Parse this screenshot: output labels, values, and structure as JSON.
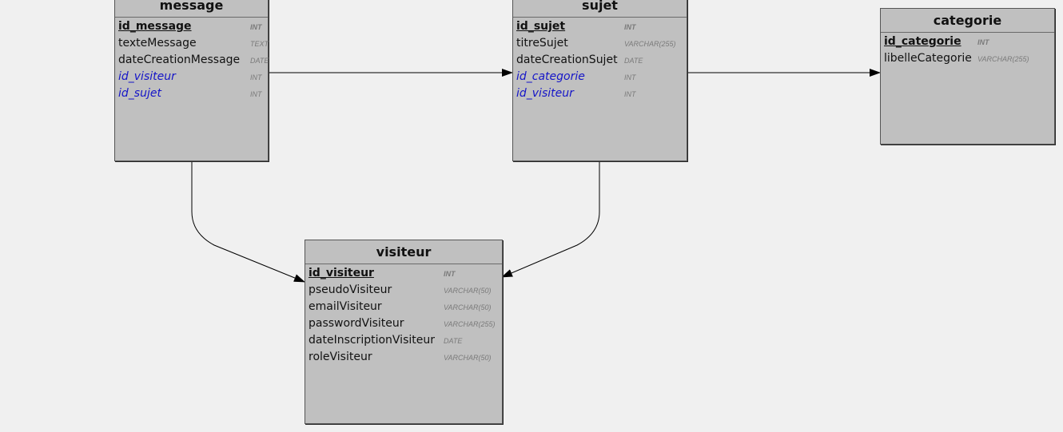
{
  "entities": {
    "message": {
      "name": "message",
      "fields": [
        {
          "name": "id_message",
          "type": "INT",
          "role": "pk"
        },
        {
          "name": "texteMessage",
          "type": "TEXT",
          "role": "normal"
        },
        {
          "name": "dateCreationMessage",
          "type": "DATE",
          "role": "normal"
        },
        {
          "name": "id_visiteur",
          "type": "INT",
          "role": "fk"
        },
        {
          "name": "id_sujet",
          "type": "INT",
          "role": "fk"
        }
      ]
    },
    "sujet": {
      "name": "sujet",
      "fields": [
        {
          "name": "id_sujet",
          "type": "INT",
          "role": "pk"
        },
        {
          "name": "titreSujet",
          "type": "VARCHAR(255)",
          "role": "normal"
        },
        {
          "name": "dateCreationSujet",
          "type": "DATE",
          "role": "normal"
        },
        {
          "name": "id_categorie",
          "type": "INT",
          "role": "fk"
        },
        {
          "name": "id_visiteur",
          "type": "INT",
          "role": "fk"
        }
      ]
    },
    "categorie": {
      "name": "categorie",
      "fields": [
        {
          "name": "id_categorie",
          "type": "INT",
          "role": "pk"
        },
        {
          "name": "libelleCategorie",
          "type": "VARCHAR(255)",
          "role": "normal"
        }
      ]
    },
    "visiteur": {
      "name": "visiteur",
      "fields": [
        {
          "name": "id_visiteur",
          "type": "INT",
          "role": "pk"
        },
        {
          "name": "pseudoVisiteur",
          "type": "VARCHAR(50)",
          "role": "normal"
        },
        {
          "name": "emailVisiteur",
          "type": "VARCHAR(50)",
          "role": "normal"
        },
        {
          "name": "passwordVisiteur",
          "type": "VARCHAR(255)",
          "role": "normal"
        },
        {
          "name": "dateInscriptionVisiteur",
          "type": "DATE",
          "role": "normal"
        },
        {
          "name": "roleVisiteur",
          "type": "VARCHAR(50)",
          "role": "normal"
        }
      ]
    }
  },
  "relationships": [
    {
      "from": "message",
      "to": "sujet",
      "via": "id_sujet"
    },
    {
      "from": "sujet",
      "to": "categorie",
      "via": "id_categorie"
    },
    {
      "from": "message",
      "to": "visiteur",
      "via": "id_visiteur"
    },
    {
      "from": "sujet",
      "to": "visiteur",
      "via": "id_visiteur"
    }
  ],
  "colors": {
    "background": "#f0f0f0",
    "entity_fill": "#c0c0c0",
    "foreign_key_text": "#1515c8",
    "type_text": "#7a7a7a",
    "connector": "#000000"
  }
}
